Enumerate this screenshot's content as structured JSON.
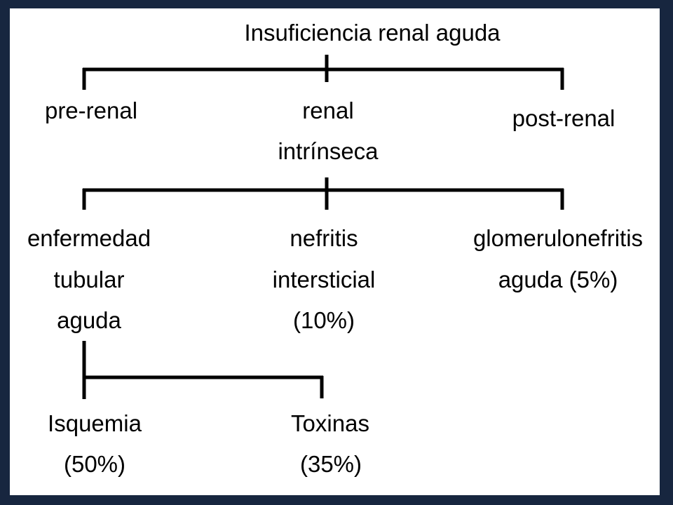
{
  "diagram": {
    "title": "Insuficiencia renal aguda",
    "level1": {
      "prerenal": "pre-renal",
      "renal_line1": "renal",
      "renal_line2": "intrínseca",
      "postrenal": "post-renal"
    },
    "level2": {
      "tubular_line1": "enfermedad",
      "tubular_line2": "tubular",
      "tubular_line3": "aguda",
      "nefritis_line1": "nefritis",
      "nefritis_line2": "intersticial",
      "nefritis_line3": "(10%)",
      "glomerulo_line1": "glomerulonefritis",
      "glomerulo_line2": "aguda (5%)"
    },
    "level3": {
      "isquemia_line1": "Isquemia",
      "isquemia_line2": "(50%)",
      "toxinas_line1": "Toxinas",
      "toxinas_line2": "(35%)"
    },
    "colors": {
      "background": "#ffffff",
      "border": "#17263f",
      "lines": "#000000",
      "text": "#000000"
    }
  }
}
